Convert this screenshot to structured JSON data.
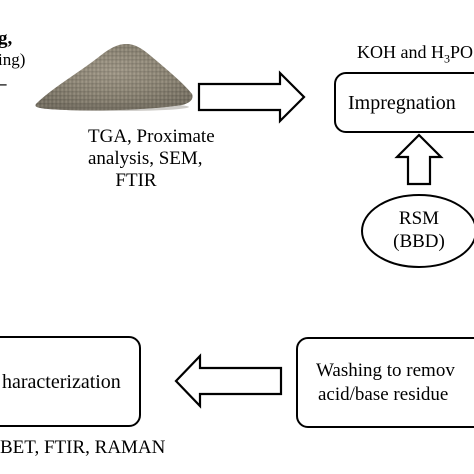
{
  "top_left": {
    "line1": "g,",
    "line2": "ing)",
    "line3": "–"
  },
  "powder_caption": [
    "TGA, Proximate",
    "analysis, SEM,",
    "FTIR"
  ],
  "reagents": {
    "prefix": "KOH and H",
    "sub": "3",
    "suffix": "PO"
  },
  "impregnation_label": "Impregnation",
  "rsm": {
    "line1": "RSM",
    "line2": "(BBD)"
  },
  "characterization_label": "haracterization",
  "washing": {
    "line1": "Washing to remov",
    "line2": "acid/base residue"
  },
  "bottom_caption": "BET, FTIR, RAMAN"
}
